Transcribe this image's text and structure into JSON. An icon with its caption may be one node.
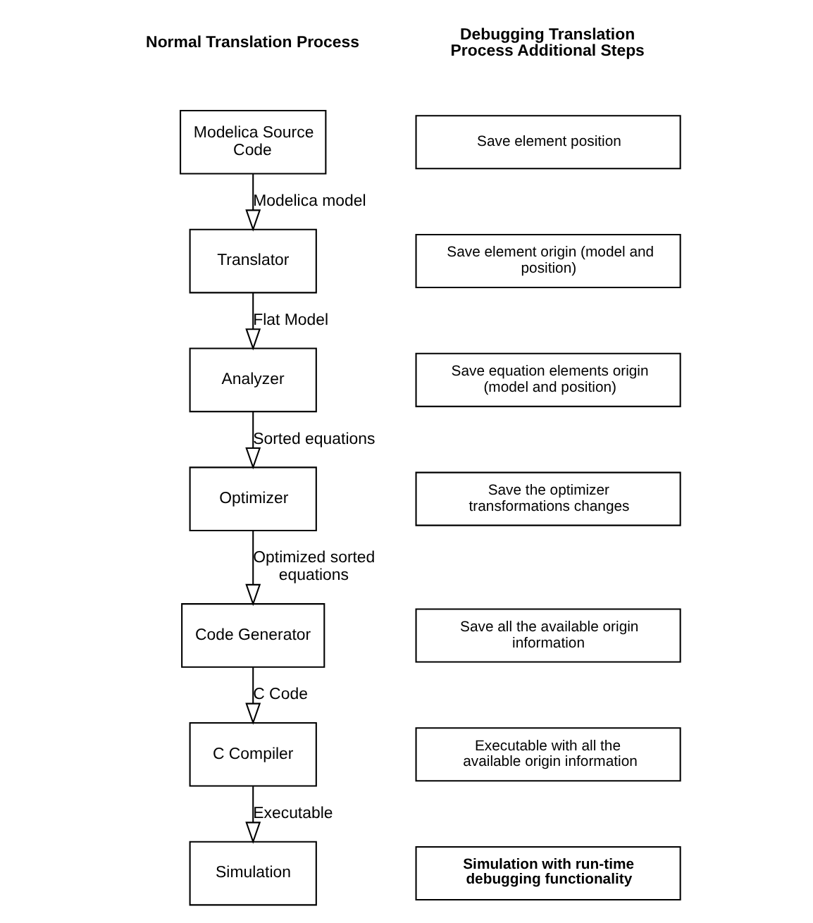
{
  "diagram": {
    "nodes": [
      {
        "text": [
          "Modelica Source Code"
        ]
      },
      {
        "text": [
          "Translator"
        ]
      },
      {
        "text": [
          "Analyzer"
        ]
      },
      {
        "text": [
          "Optimizer"
        ]
      },
      {
        "text": [
          "Code Generator"
        ]
      },
      {
        "text": [
          "C Compiler"
        ]
      },
      {
        "text": [
          "Simulation"
        ]
      },
      {
        "text": [
          "Save element position"
        ]
      },
      {
        "text": [
          "Save element origin (model and position)"
        ]
      },
      {
        "text": [
          "Save equation elements origin (model and position)"
        ]
      },
      {
        "text": [
          "Save the optimizer transformations changes"
        ]
      },
      {
        "text": [
          "Save all the available origin information"
        ]
      },
      {
        "text": [
          "Executable with all the available origin information"
        ]
      },
      {
        "text": [
          "Simulation with run-time debugging functionality"
        ]
      }
    ],
    "edges": [
      {
        "from": 0,
        "to": 1,
        "arrow": "to",
        "label": "Modelica model"
      },
      {
        "from": 1,
        "to": 2,
        "arrow": "to",
        "label": "Flat Model"
      },
      {
        "from": 2,
        "to": 3,
        "arrow": "to",
        "label": "Sorted equations"
      },
      {
        "from": 3,
        "to": 4,
        "arrow": "to",
        "label": "Optimized sorted equations"
      },
      {
        "from": 4,
        "to": 5,
        "arrow": "to",
        "label": "C Code"
      },
      {
        "from": 5,
        "to": 6,
        "arrow": "to",
        "label": "Executable"
      }
    ],
    "labels": [
      "Debugging Translation Process Additional Steps",
      "Normal Translation Process"
    ]
  }
}
